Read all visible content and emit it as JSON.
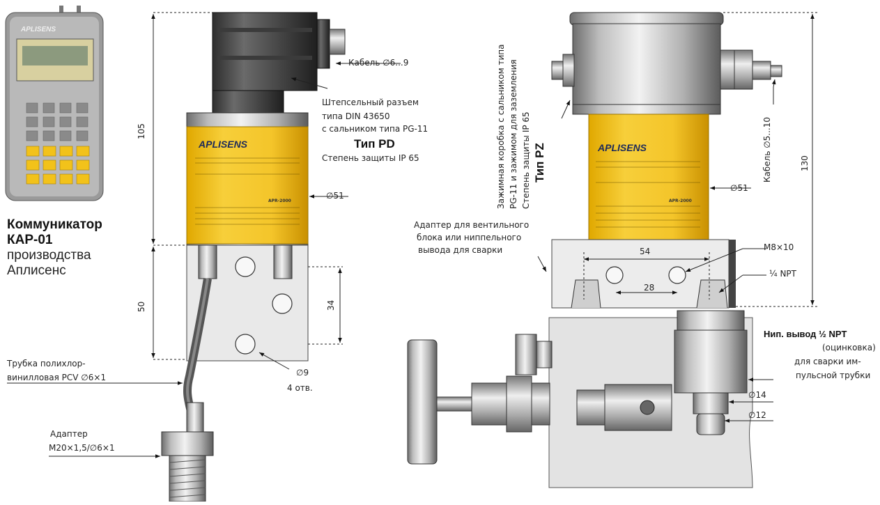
{
  "communicator": {
    "title": "Коммуникатор",
    "model": "КАР-01",
    "line3": "производства",
    "line4": "Аплисенс",
    "logo": "APLISENS"
  },
  "pd": {
    "cable": "Кабель ∅6...9",
    "connector_lines": [
      "Штепсельный разъем",
      "типа DIN 43650",
      "с сальником типа PG-11"
    ],
    "type": "Тип PD",
    "protection": "Степень защиты IP 65",
    "diameter": "∅51",
    "height_top": "105",
    "height_bottom": "50",
    "dim_34": "34",
    "holes_d": "∅9",
    "holes_n": "4 отв.",
    "tube_lines": [
      "Трубка полихлор-",
      "винилловая PCV ∅6×1"
    ],
    "adapter_lines": [
      "Адаптер",
      "M20×1,5/∅6×1"
    ],
    "label_brand": "APLISENS",
    "label_model": "АРR-2000"
  },
  "pz": {
    "junction_lines": [
      "Зажимная коробка с сальником типа",
      "PG-11 и зажимом для заземления",
      "Степень защиты IP 65"
    ],
    "type": "Тип PZ",
    "cable": "Кабель ∅5...10",
    "height": "130",
    "diameter": "∅51",
    "adapter_lines": [
      "Адаптер для вентильного",
      "блока или ниппельного",
      "вывода для сварки"
    ],
    "dim_54": "54",
    "dim_28": "28",
    "thread": "M8×10",
    "npt": "¼ NPT",
    "nipple_lines": [
      "Нип. вывод ½ NPT",
      "(оцинковка)",
      "для сварки им-",
      "пульсной трубки"
    ],
    "d14": "∅14",
    "d12": "∅12",
    "label_brand": "APLISENS",
    "label_model": "АРR-2000"
  }
}
